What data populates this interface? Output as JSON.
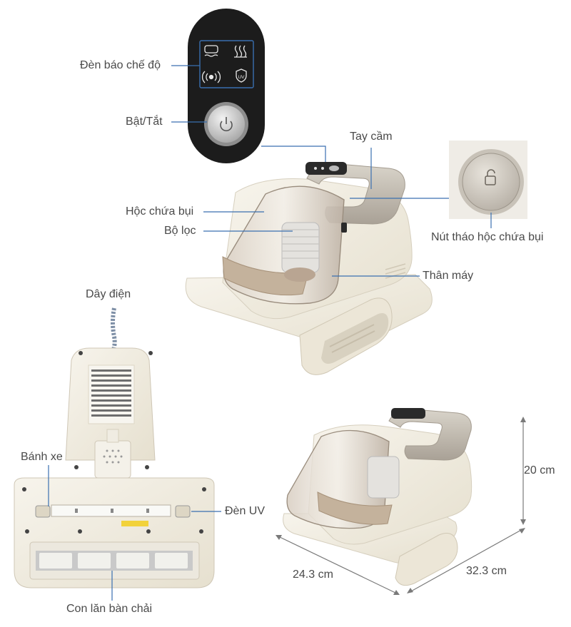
{
  "labels": {
    "mode_indicator": "Đèn báo chế độ",
    "power": "Bật/Tắt",
    "handle": "Tay cầm",
    "dust_cup": "Hộc chứa bụi",
    "filter": "Bộ lọc",
    "release_button": "Nút tháo hộc chứa bụi",
    "body": "Thân máy",
    "cord": "Dây điện",
    "wheel": "Bánh xe",
    "uv_lamp": "Đèn UV",
    "brush_roller": "Con lăn bàn chải"
  },
  "panel_icons": [
    "wave-mode-icon",
    "heat-mode-icon",
    "vibration-icon",
    "uv-shield-icon"
  ],
  "panel_text": {
    "uv": "UV"
  },
  "dimensions": {
    "height": "20 cm",
    "depth": "24.3 cm",
    "width": "32.3 cm"
  },
  "colors": {
    "body": "#efeadc",
    "trim": "#c9b8a2",
    "dark": "#1c1c1c",
    "leader": "#3a6fb0",
    "dim": "#7a7a7a"
  }
}
